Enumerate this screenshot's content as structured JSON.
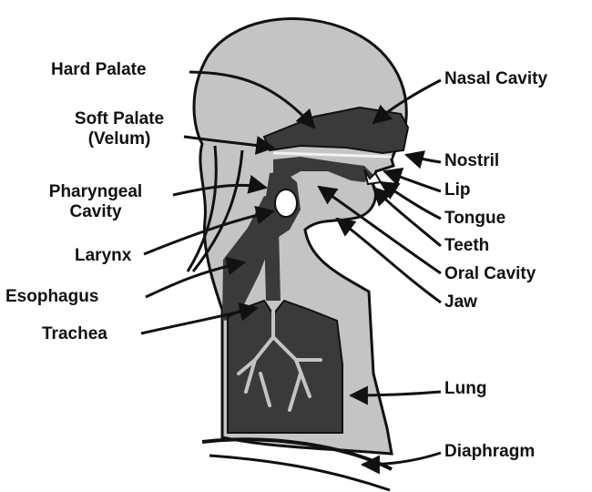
{
  "labels": {
    "hard_palate": "Hard Palate",
    "soft_palate_line1": "Soft Palate",
    "soft_palate_line2": "(Velum)",
    "pharyngeal_line1": "Pharyngeal",
    "pharyngeal_line2": "Cavity",
    "larynx": "Larynx",
    "esophagus": "Esophagus",
    "trachea": "Trachea",
    "nasal_cavity": "Nasal Cavity",
    "nostril": "Nostril",
    "lip": "Lip",
    "tongue": "Tongue",
    "teeth": "Teeth",
    "oral_cavity": "Oral Cavity",
    "jaw": "Jaw",
    "lung": "Lung",
    "diaphragm": "Diaphragm"
  },
  "colors": {
    "body_fill": "#c4c4c4",
    "dark_fill": "#3a3a3a",
    "outline": "#111111",
    "background": "#ffffff"
  }
}
